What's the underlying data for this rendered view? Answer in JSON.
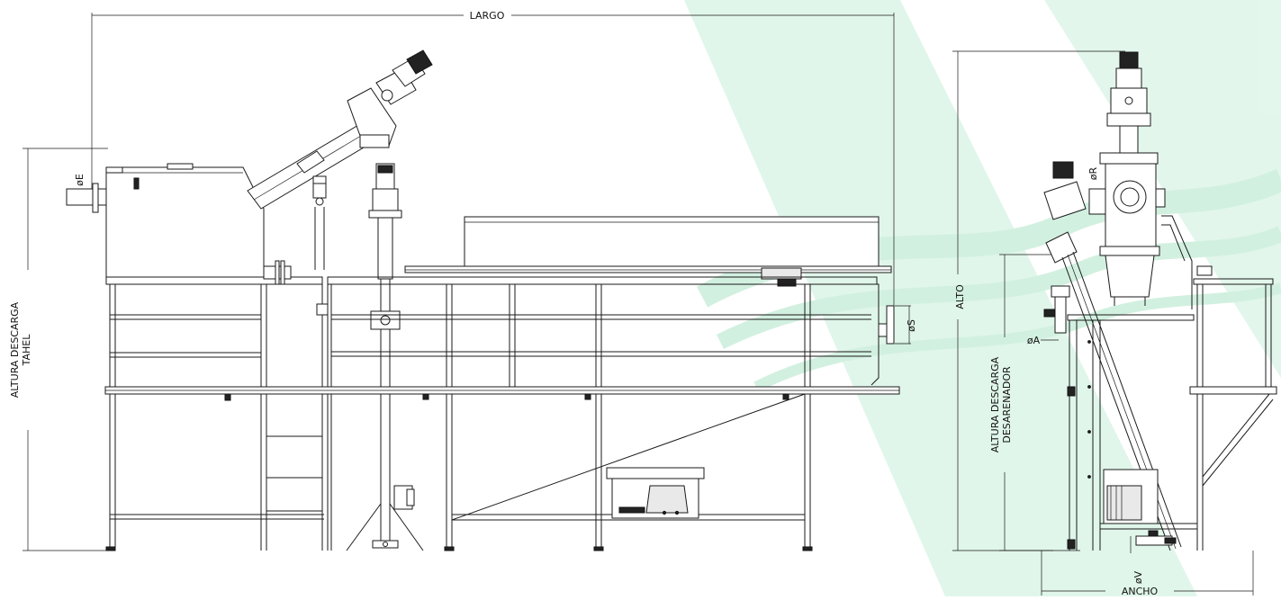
{
  "labels": {
    "largo": "LARGO",
    "altura_tahel_line1": "ALTURA DESCARGA",
    "altura_tahel_line2": "TAHEL",
    "phi_e": "øE",
    "phi_s": "øS",
    "alto": "ALTO",
    "altura_desarenador_line1": "ALTURA DESCARGA",
    "altura_desarenador_line2": "DESARENADOR",
    "phi_a": "øA",
    "phi_r": "øR",
    "phi_v": "øV",
    "ancho": "ANCHO"
  },
  "icons": {
    "background": "watermark-waves",
    "watermark_color": "#cfeedd"
  }
}
